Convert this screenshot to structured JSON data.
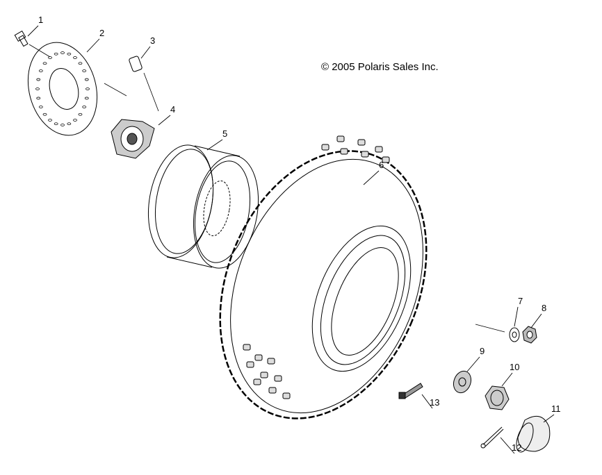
{
  "copyright": "© 2005 Polaris Sales Inc.",
  "callouts": [
    {
      "label": "1",
      "part": "disc-bolt"
    },
    {
      "label": "2",
      "part": "brake-disc"
    },
    {
      "label": "3",
      "part": "wheel-stud"
    },
    {
      "label": "4",
      "part": "hub"
    },
    {
      "label": "5",
      "part": "wheel-rim"
    },
    {
      "label": "6",
      "part": "tire"
    },
    {
      "label": "7",
      "part": "washer"
    },
    {
      "label": "8",
      "part": "nut"
    },
    {
      "label": "9",
      "part": "washer-large"
    },
    {
      "label": "10",
      "part": "castle-nut"
    },
    {
      "label": "11",
      "part": "hub-cap"
    },
    {
      "label": "12",
      "part": "cotter-pin"
    },
    {
      "label": "13",
      "part": "valve-stem"
    }
  ],
  "colors": {
    "line": "#000000",
    "background": "#ffffff"
  }
}
